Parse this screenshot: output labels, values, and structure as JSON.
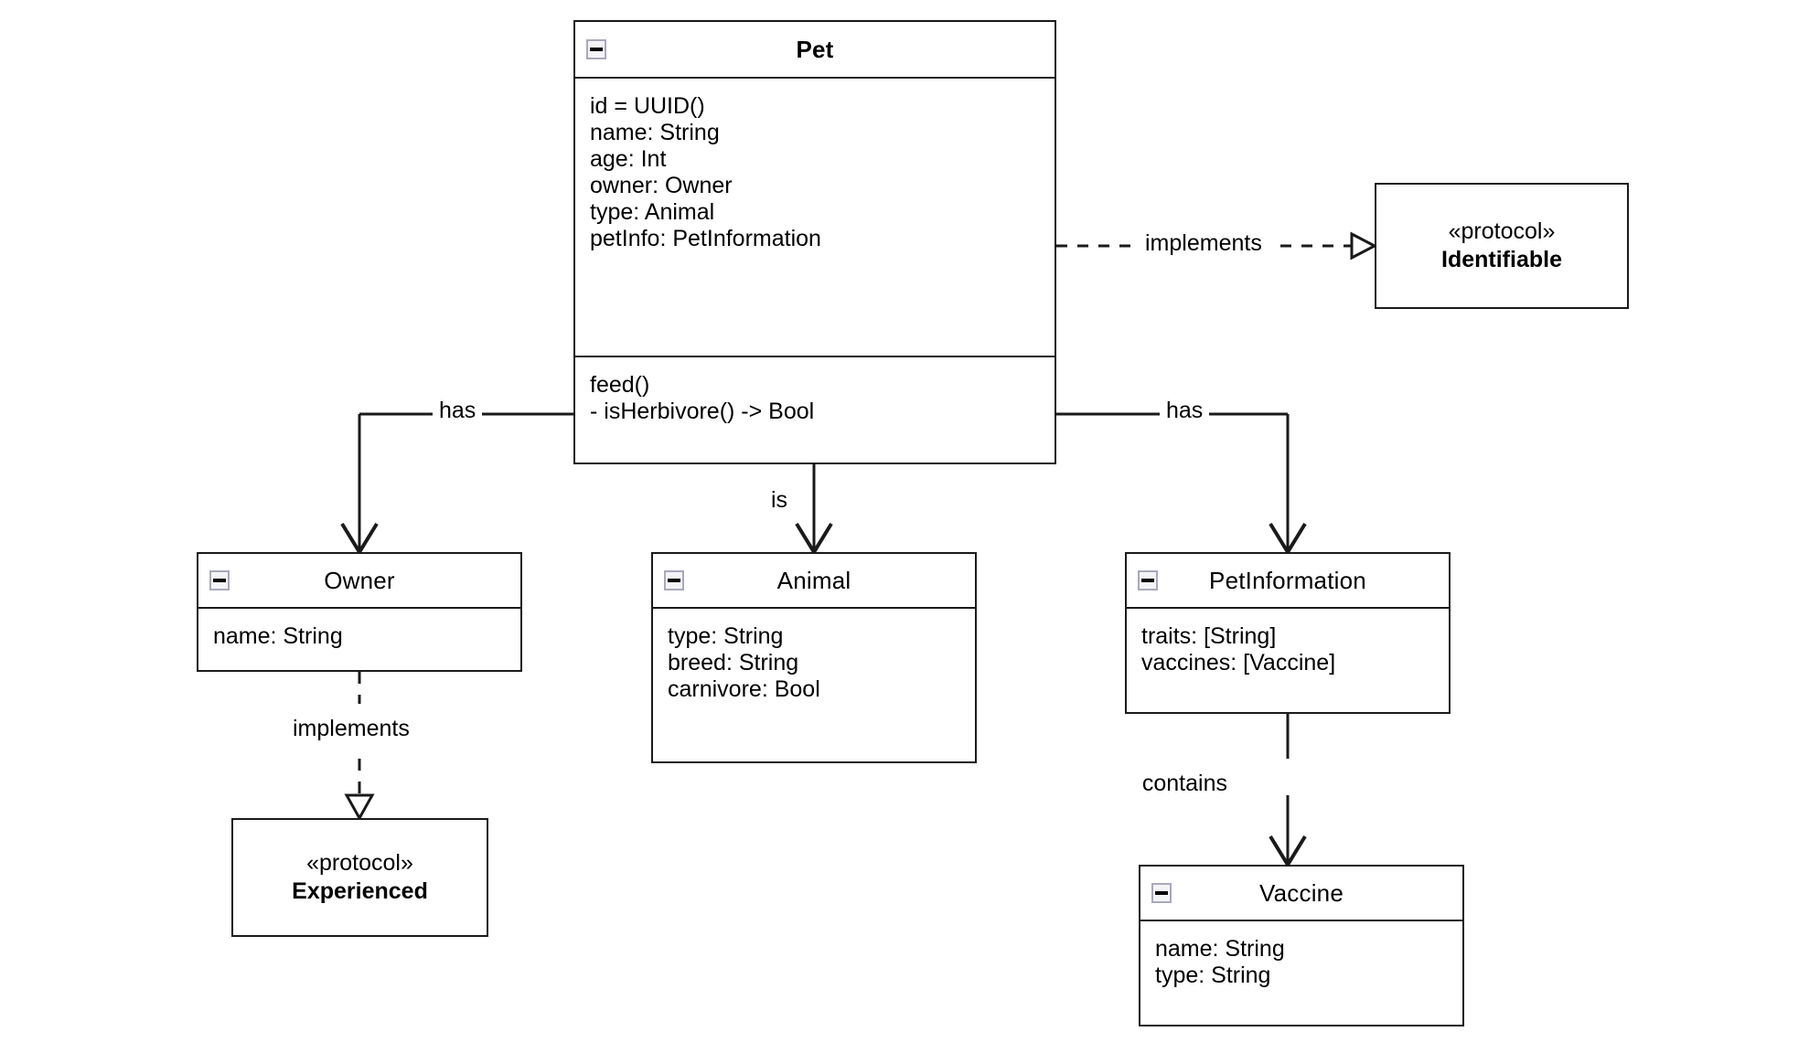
{
  "diagram": {
    "kind": "uml-class-diagram",
    "background": "#ffffff",
    "line_color": "#1a1a1a",
    "text_color": "#000000",
    "icon_border_color": "#a9a9bb",
    "icon_fill_color": "#f4f4f8"
  },
  "nodes": {
    "pet": {
      "name": "Pet",
      "icon": "collapse-minus-icon",
      "attributes": [
        "id = UUID()",
        "name: String",
        "age: Int",
        "owner: Owner",
        "type: Animal",
        "petInfo: PetInformation"
      ],
      "methods": [
        "feed()",
        "- isHerbivore() -> Bool"
      ]
    },
    "identifiable": {
      "stereotype": "«protocol»",
      "name": "Identifiable"
    },
    "owner": {
      "name": "Owner",
      "icon": "collapse-minus-icon",
      "attributes": [
        "name: String"
      ]
    },
    "animal": {
      "name": "Animal",
      "icon": "collapse-minus-icon",
      "attributes": [
        "type: String",
        "breed: String",
        "carnivore: Bool"
      ]
    },
    "petinformation": {
      "name": "PetInformation",
      "icon": "collapse-minus-icon",
      "attributes": [
        "traits: [String]",
        "vaccines: [Vaccine]"
      ]
    },
    "vaccine": {
      "name": "Vaccine",
      "icon": "collapse-minus-icon",
      "attributes": [
        "name: String",
        "type: String"
      ]
    },
    "experienced": {
      "stereotype": "«protocol»",
      "name": "Experienced"
    }
  },
  "edges": {
    "pet_implements_identifiable": {
      "label": "implements",
      "from": "Pet",
      "to": "Identifiable",
      "style": "dashed",
      "arrow": "hollow-triangle"
    },
    "pet_has_owner": {
      "label": "has",
      "from": "Pet",
      "to": "Owner",
      "style": "solid",
      "arrow": "open"
    },
    "pet_is_animal": {
      "label": "is",
      "from": "Pet",
      "to": "Animal",
      "style": "solid",
      "arrow": "open"
    },
    "pet_has_petinformation": {
      "label": "has",
      "from": "Pet",
      "to": "PetInformation",
      "style": "solid",
      "arrow": "open"
    },
    "owner_implements_experienced": {
      "label": "implements",
      "from": "Owner",
      "to": "Experienced",
      "style": "dashed",
      "arrow": "hollow-triangle"
    },
    "petinformation_contains_vaccine": {
      "label": "contains",
      "from": "PetInformation",
      "to": "Vaccine",
      "style": "solid",
      "arrow": "open"
    }
  }
}
